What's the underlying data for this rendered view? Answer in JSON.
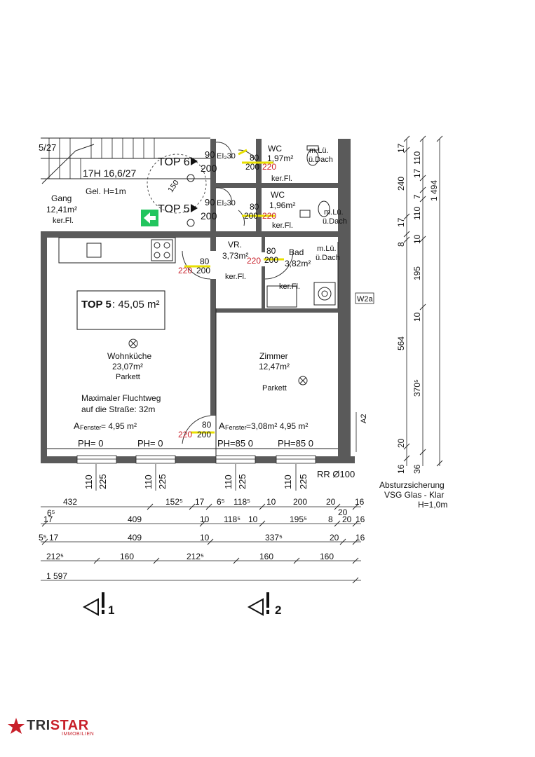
{
  "stair": {
    "partial": "5/27",
    "steps": "17H 16,6/27",
    "railing": "Gel. H=1m",
    "radius": "150"
  },
  "gang": {
    "name": "Gang",
    "area": "12,41m²",
    "floor": "ker.Fl."
  },
  "top6": {
    "label": "TOP 6",
    "door_w": "90",
    "door_h": "200",
    "door_class": "EI₂30"
  },
  "top5door": {
    "label": "TOP 5",
    "door_w": "90",
    "door_h": "200",
    "door_class": "EI₂30"
  },
  "wc1": {
    "name": "WC",
    "area": "1,97m²",
    "floor": "ker.Fl.",
    "vent1": "m.Lü.",
    "vent2": "ü.Dach",
    "door_w": "80",
    "door_h": "200",
    "door_red": "220"
  },
  "wc2": {
    "name": "WC",
    "area": "1,96m²",
    "floor": "ker.Fl.",
    "vent1": "m.Lü.",
    "vent2": "ü.Dach",
    "door_w": "80",
    "door_h": "200",
    "door_red": "220"
  },
  "vr": {
    "name": "VR.",
    "area": "3,73m²",
    "floor": "ker.Fl.",
    "door_w": "80",
    "door_h": "200",
    "door_red": "220"
  },
  "bad": {
    "name": "Bad",
    "area": "3,82m²",
    "floor": "ker.Fl.",
    "vent1": "m.Lü.",
    "vent2": "ü.Dach",
    "door_w": "80",
    "door_h": "200",
    "door_red": "220"
  },
  "unit": {
    "prefix": "TOP 5",
    "area": ": 45,05 m²"
  },
  "wohnkueche": {
    "name": "Wohnküche",
    "area": "23,07m²",
    "floor": "Parkett",
    "escape1": "Maximaler Fluchtweg",
    "escape2": "auf die Straße: 32m",
    "window_a": "A",
    "window_sub": "Fenster",
    "window_val": "= 4,95 m²"
  },
  "zimmer": {
    "name": "Zimmer",
    "area": "12,47m²",
    "floor": "Parkett",
    "window_a": "A",
    "window_sub": "Fenster",
    "window_val": "=3,08m² 4,95 m²",
    "door_w": "80",
    "door_h": "200",
    "door_red": "220"
  },
  "ph": [
    "PH= 0",
    "PH= 0",
    "PH=85 0",
    "PH=85 0"
  ],
  "windows": [
    {
      "w": "110",
      "h": "225"
    },
    {
      "w": "110",
      "h": "225"
    },
    {
      "w": "110",
      "h": "225"
    },
    {
      "w": "110",
      "h": "225"
    }
  ],
  "rr": "RR Ø100",
  "w2a": "W2a",
  "a2": "A2",
  "fall": {
    "line1": "Absturzsicherung",
    "line2": "VSG Glas - Klar",
    "line3": "H=1,0m"
  },
  "dim_rows": [
    [
      "432",
      "152⁵",
      "17",
      "6⁵",
      "118⁵",
      "10",
      "200",
      "20",
      "16"
    ],
    [
      "6⁵",
      "20"
    ],
    [
      "17",
      "409",
      "10",
      "118⁵",
      "10",
      "195⁵",
      "8",
      "20",
      "16"
    ],
    [
      "5⁵",
      "17",
      "409",
      "10",
      "337⁵",
      "20",
      "16"
    ],
    [
      "212⁵",
      "160",
      "212⁵",
      "160",
      "160"
    ],
    [
      "1 597"
    ]
  ],
  "vdims": {
    "col1": [
      "17",
      "240",
      "17",
      "8",
      "564",
      "20",
      "16"
    ],
    "col2": [
      "110",
      "17",
      "7",
      "110",
      "10",
      "195",
      "10",
      "370⁵",
      "36"
    ],
    "total": "1 494"
  },
  "sections": [
    "1",
    "2"
  ],
  "logo": {
    "brand_a": "TRI",
    "brand_b": "STAR",
    "sub": "IMMOBILIEN"
  },
  "colors": {
    "wall": "#5a5a5a",
    "accent": "#c8202a",
    "exit": "#22c55e",
    "highlight": "#e8e000"
  }
}
